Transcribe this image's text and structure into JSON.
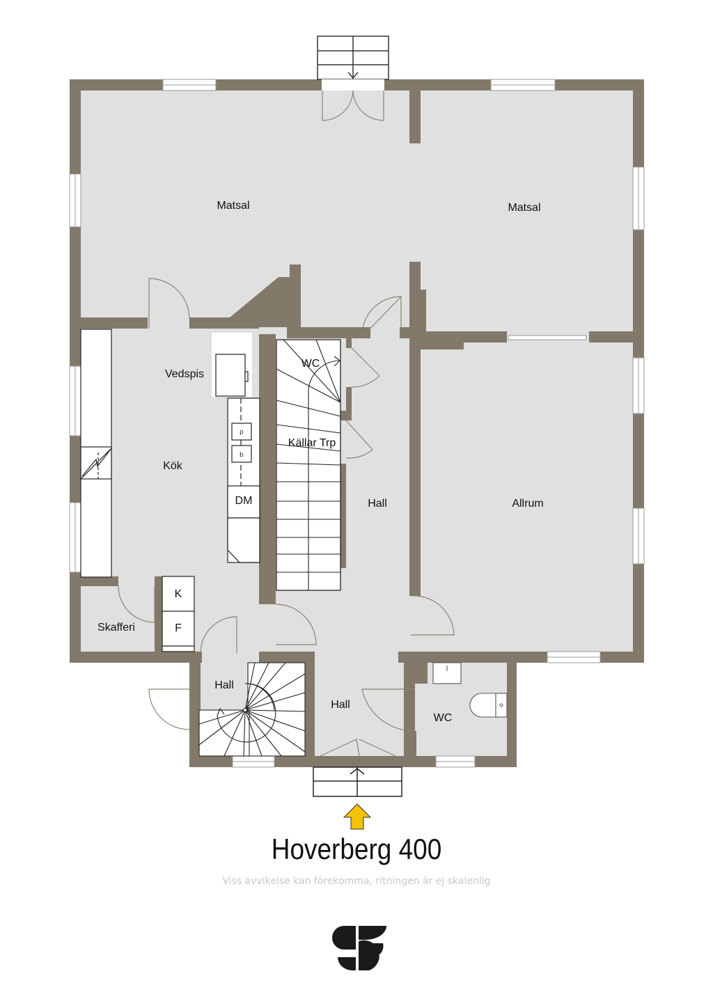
{
  "title": "Hoverberg 400",
  "disclaimer": "Viss avvikelse kan förekomma, ritningen är ej skalenlig",
  "colors": {
    "wall": "#82796A",
    "floor": "#E0E0E0",
    "entrance_arrow": "#F2C200",
    "logo": "#1A1A1A"
  },
  "rooms": {
    "matsal_left": "Matsal",
    "matsal_right": "Matsal",
    "vedspis": "Vedspis",
    "kok": "Kök",
    "wc_upper": "WC",
    "kallar_trp": "Källar Trp",
    "hall_center": "Hall",
    "allrum": "Allrum",
    "skafferi": "Skafferi",
    "hall_stair": "Hall",
    "hall_entry": "Hall",
    "wc_lower": "WC"
  },
  "fixtures": {
    "dishwasher": "DM",
    "freezer_top": "K",
    "fridge_bottom": "F"
  },
  "icons": {
    "entrance": "entrance-arrow-icon",
    "logo": "sf-logo-icon"
  }
}
